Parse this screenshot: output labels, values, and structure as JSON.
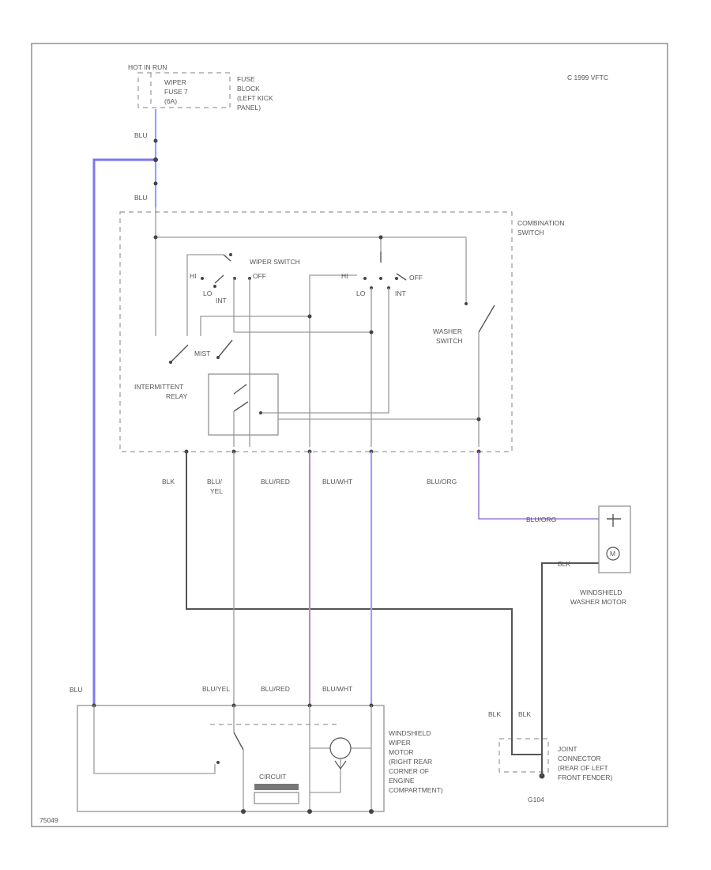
{
  "header": {
    "copyright": "C 1999 VFTC"
  },
  "fuse": {
    "feed": "HOT IN RUN",
    "lines": [
      "WIPER",
      "FUSE 7",
      "(6A)"
    ],
    "block_lines": [
      "FUSE",
      "BLOCK",
      "(LEFT KICK",
      "PANEL)"
    ]
  },
  "combination_switch": {
    "lines": [
      "COMBINATION",
      "SWITCH"
    ]
  },
  "wiper_switch": {
    "title": "WIPER SWITCH",
    "hi": "HI",
    "lo": "LO",
    "off": "OFF",
    "int": "INT"
  },
  "mist_label": "MIST",
  "washer_switch": {
    "lines": [
      "WASHER",
      "SWITCH"
    ]
  },
  "intermittent_relay": {
    "lines": [
      "INTERMITTENT",
      "RELAY"
    ]
  },
  "wires": {
    "blu_top": "BLU",
    "blu_mid": "BLU",
    "blk_left": "BLK",
    "blu_yel_top": "BLU/",
    "blu_yel_top2": "YEL",
    "blu_red_top": "BLU/RED",
    "blu_wht_top": "BLU/WHT",
    "blu_org_top": "BLU/ORG",
    "blu_org_motor": "BLU/ORG",
    "blk_motor": "BLK",
    "blu_bottom": "BLU",
    "blu_yel_bottom": "BLU/YEL",
    "blu_red_bottom": "BLU/RED",
    "blu_wht_bottom": "BLU/WHT",
    "blk_bottom_1": "BLK",
    "blk_bottom_2": "BLK"
  },
  "washer_motor": {
    "lines": [
      "WINDSHIELD",
      "WASHER MOTOR"
    ],
    "m": "M"
  },
  "wiper_motor": {
    "lines": [
      "WINDSHIELD",
      "WIPER",
      "MOTOR",
      "(RIGHT REAR",
      "CORNER OF",
      "ENGINE",
      "COMPARTMENT)"
    ]
  },
  "circuit_breaker": "CIRCUIT",
  "joint_connector": {
    "lines": [
      "JOINT",
      "CONNECTOR",
      "(REAR OF LEFT",
      "FRONT FENDER)"
    ]
  },
  "ground": "G104",
  "figure_code": "75049"
}
